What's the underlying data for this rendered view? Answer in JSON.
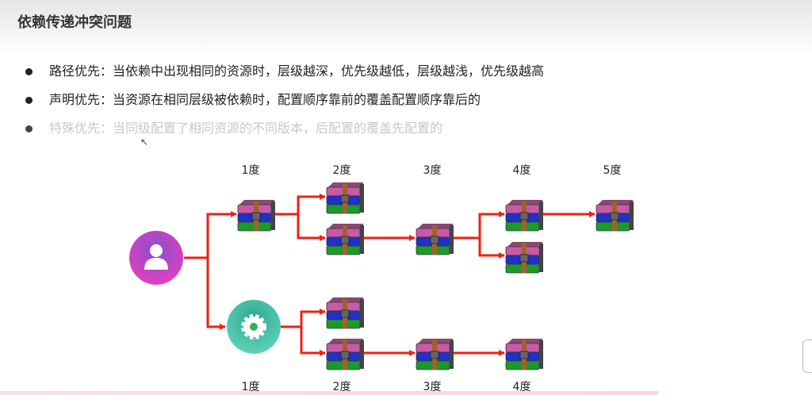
{
  "title": "依赖传递冲突问题",
  "bullets": [
    {
      "text": "路径优先：当依赖中出现相同的资源时，层级越深，优先级越低，层级越浅，优先级越高",
      "faded": false
    },
    {
      "text": "声明优先：当资源在相同层级被依赖时，配置顺序靠前的覆盖配置顺序靠后的",
      "faded": false
    },
    {
      "text": "特殊优先：当同级配置了相同资源的不同版本，后配置的覆盖先配置的",
      "faded": true
    }
  ],
  "diagram": {
    "top_levels": [
      "1度",
      "2度",
      "3度",
      "4度",
      "5度"
    ],
    "bottom_levels": [
      "1度",
      "2度",
      "3度",
      "4度"
    ],
    "line_color": "#f02010",
    "user_color": "#c93cc0",
    "gear_color": "#3bbfa5"
  }
}
